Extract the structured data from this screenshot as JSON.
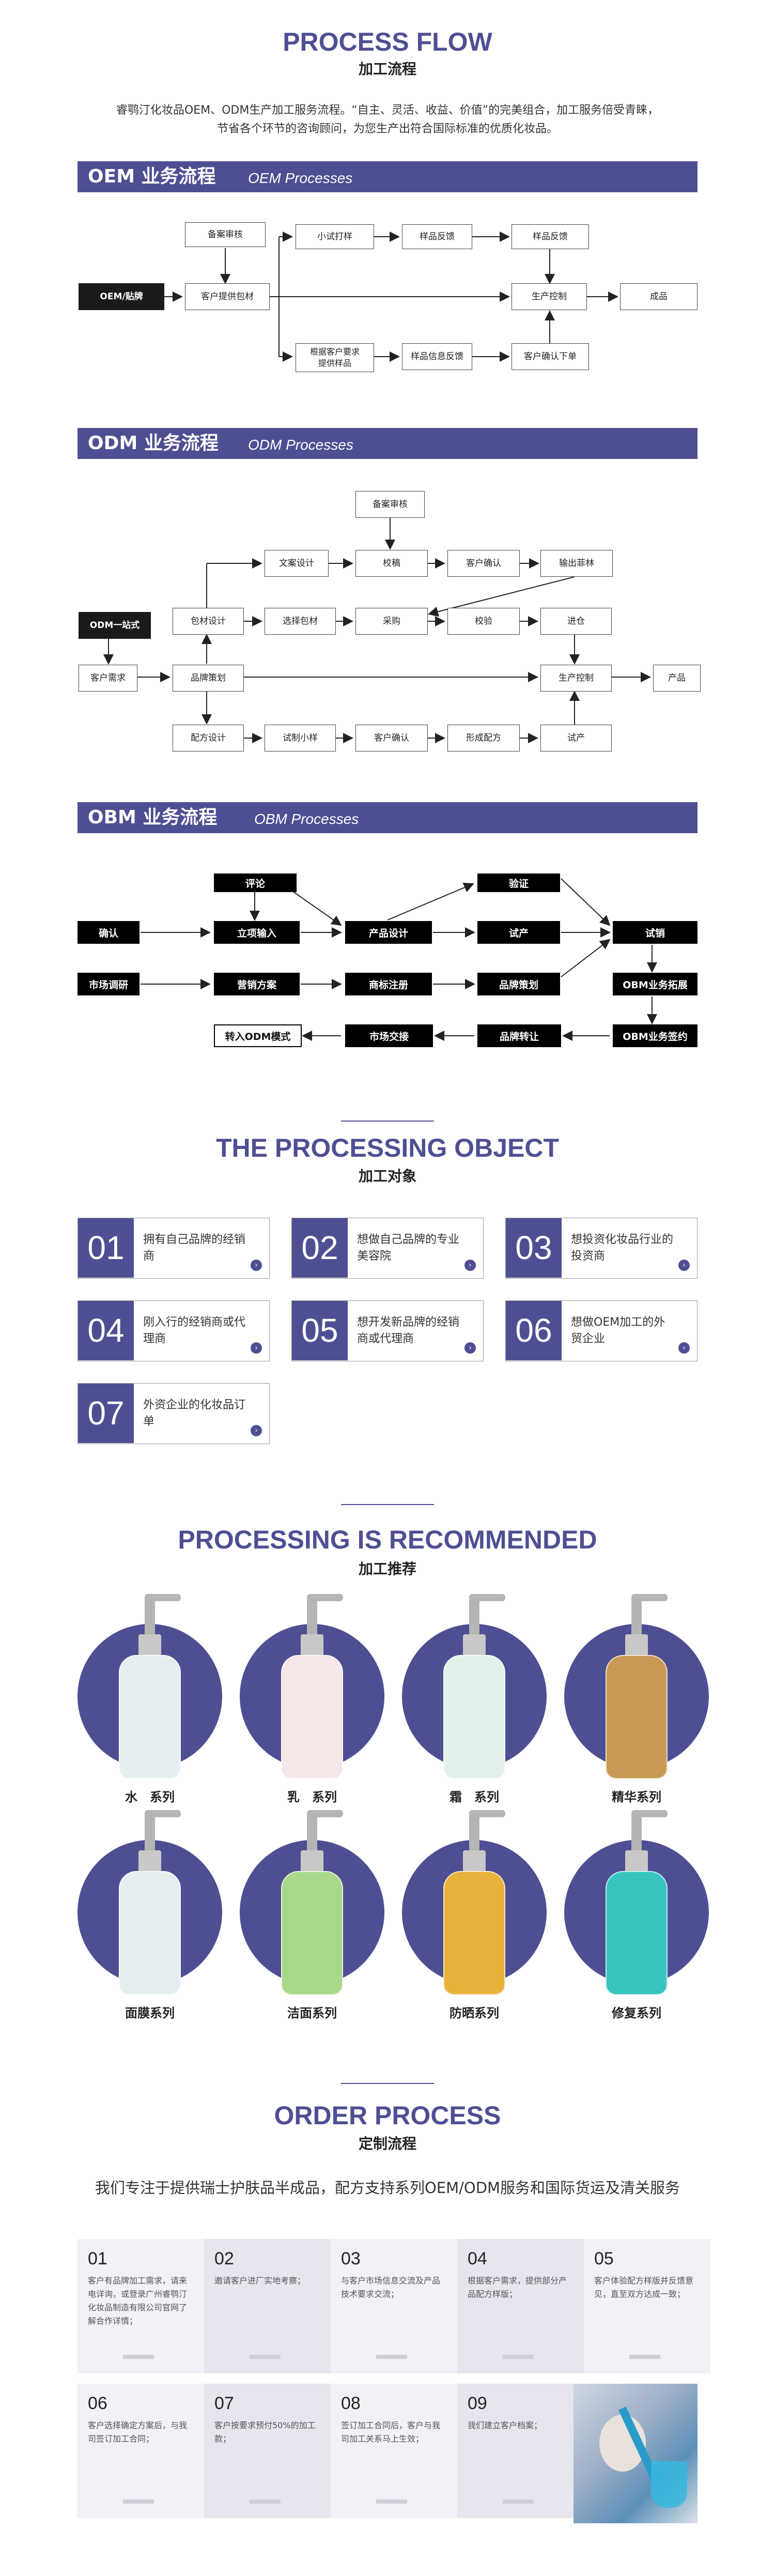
{
  "process": {
    "title_en": "PROCESS FLOW",
    "title_cn": "加工流程",
    "intro_1": "睿鹗汀化妆品OEM、ODM生产加工服务流程。“自主、灵活、收益、价值”的完美组合，加工服务倍受青睐，",
    "intro_2": "节省各个环节的咨询顾问，为您生产出符合国际标准的优质化妆品。"
  },
  "oem": {
    "title": "OEM 业务流程",
    "subtitle": "OEM Processes",
    "start": "OEM/贴牌",
    "n_beian": "备案审核",
    "n_tigong": "客户提供包材",
    "n_xiaoshi": "小试打样",
    "n_fankui1": "样品反馈",
    "n_fankui2": "样品反馈",
    "n_shengchan": "生产控制",
    "n_chengpin": "成品",
    "n_genju": "根据客户要求\n提供样品",
    "n_xinxi": "样品信息反馈",
    "n_queren": "客户确认下单"
  },
  "odm": {
    "title": "ODM 业务流程",
    "subtitle": "ODM Processes",
    "start": "ODM一站式",
    "n_beian": "备案审核",
    "n_wenan": "文案设计",
    "n_jiaogao": "校稿",
    "n_kehuqueren1": "客户确认",
    "n_shuchu": "输出菲林",
    "n_baocai": "包材设计",
    "n_xuanze": "选择包材",
    "n_caigou": "采购",
    "n_jiaoyan": "校验",
    "n_jinchang": "进仓",
    "n_xuqiu": "客户需求",
    "n_cehua": "品牌策划",
    "n_shengchan": "生产控制",
    "n_chanpin": "产品",
    "n_peifang": "配方设计",
    "n_shizhi": "试制小样",
    "n_kehuqueren2": "客户确认",
    "n_xingcheng": "形成配方",
    "n_shichan": "试产"
  },
  "obm": {
    "title": "OBM 业务流程",
    "subtitle": "OBM Processes",
    "n_pinglun": "评论",
    "n_yanzheng": "验证",
    "n_queren": "确认",
    "n_lixiang": "立项输入",
    "n_chanpin": "产品设计",
    "n_shichan": "试产",
    "n_shixiao": "试销",
    "n_diaoyan": "市场调研",
    "n_yingxiao": "营销方案",
    "n_shangbiao": "商标注册",
    "n_cehua": "品牌策划",
    "n_tuozhan": "OBM业务拓展",
    "n_zhuanru": "转入ODM模式",
    "n_jiaojie": "市场交接",
    "n_zhuanrang": "品牌转让",
    "n_qianyue": "OBM业务签约"
  },
  "object": {
    "title_en": "THE PROCESSING OBJECT",
    "title_cn": "加工对象",
    "items": [
      {
        "num": "01",
        "text": "拥有自己品牌的经销商"
      },
      {
        "num": "02",
        "text": "想做自己品牌的专业美容院"
      },
      {
        "num": "03",
        "text": "想投资化妆品行业的投资商"
      },
      {
        "num": "04",
        "text": "刚入行的经销商或代理商"
      },
      {
        "num": "05",
        "text": "想开发新品牌的经销商或代理商"
      },
      {
        "num": "06",
        "text": "想做OEM加工的外贸企业"
      },
      {
        "num": "07",
        "text": "外资企业的化妆品订单"
      }
    ]
  },
  "recommend": {
    "title_en": "PROCESSING IS RECOMMENDED",
    "title_cn": "加工推荐",
    "items": [
      {
        "label": "水　系列",
        "color": "#e6eef2"
      },
      {
        "label": "乳　系列",
        "color": "#f5e6e8"
      },
      {
        "label": "霜　系列",
        "color": "#e3f0e9"
      },
      {
        "label": "精华系列",
        "color": "#c89a55"
      },
      {
        "label": "面膜系列",
        "color": "#e4eef1"
      },
      {
        "label": "洁面系列",
        "color": "#a9d88a"
      },
      {
        "label": "防晒系列",
        "color": "#e7b33a"
      },
      {
        "label": "修复系列",
        "color": "#38c4c0"
      }
    ]
  },
  "order": {
    "title_en": "ORDER PROCESS",
    "title_cn": "定制流程",
    "intro": "我们专注于提供瑞士护肤品半成品，配方支持系列OEM/ODM服务和国际货运及清关服务",
    "steps": [
      {
        "num": "01",
        "text": "客户有品牌加工需求，请来电详询，或登录广州睿鹗汀化妆品制造有限公司官网了解合作详情；"
      },
      {
        "num": "02",
        "text": "邀请客户进厂实地考察；"
      },
      {
        "num": "03",
        "text": "与客户市场信息交流及产品技术要求交流；"
      },
      {
        "num": "04",
        "text": "根据客户需求，提供部分产品配方样版；"
      },
      {
        "num": "05",
        "text": "客户体验配方样版并反馈意见，直至双方达成一致；"
      },
      {
        "num": "06",
        "text": "客户选择确定方案后，与我司签订加工合同；"
      },
      {
        "num": "07",
        "text": "客户按要求预付50%的加工款；"
      },
      {
        "num": "08",
        "text": "签订加工合同后，客户与我司加工关系马上生效；"
      },
      {
        "num": "09",
        "text": "我们建立客户档案；"
      }
    ]
  }
}
